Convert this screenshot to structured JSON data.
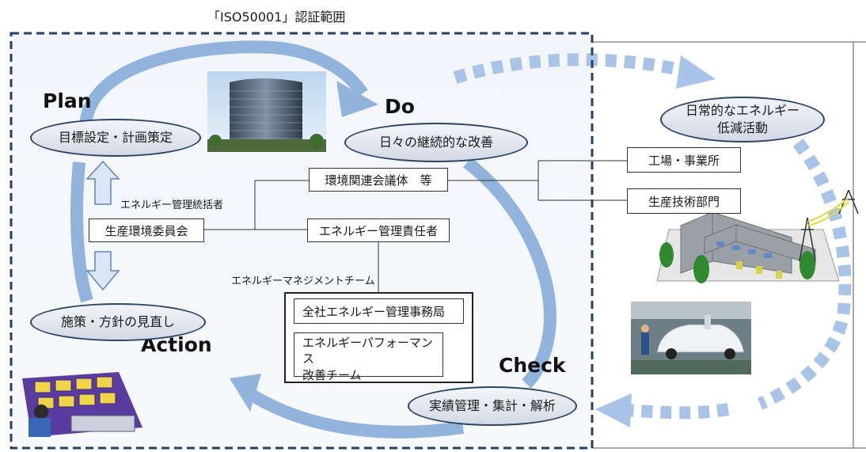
{
  "scope_title": "「ISO50001」認証範囲",
  "phases": {
    "plan": "Plan",
    "do": "Do",
    "check": "Check",
    "action": "Action"
  },
  "ellipses": {
    "plan": "目標設定・計画策定",
    "do": "日々の継続的な改善",
    "check": "実績管理・集計・解析",
    "action": "施策・方針の見直し",
    "daily_line1": "日常的なエネルギー",
    "daily_line2": "低減活動"
  },
  "org": {
    "committee": "生産環境委員会",
    "env_council": "環境関連会議体　等",
    "energy_manager": "エネルギー管理責任者",
    "chief_label": "エネルギー管理統括者",
    "team_label": "エネルギーマネジメントチーム",
    "office": "全社エネルギー管理事務局",
    "perf_team_line1": "エネルギーパフォーマンス",
    "perf_team_line2": "改善チーム",
    "factory": "工場・事業所",
    "engineering": "生産技術部門"
  },
  "icons": {
    "building": "office-building-photo-icon",
    "factory": "factory-illustration-icon",
    "assembly": "car-assembly-line-photo-icon",
    "control_room": "control-room-operator-icon"
  },
  "colors": {
    "cycle_arrow": "#92b3dc",
    "dashed_arrow": "#a9c4e7",
    "scope_border": "#24406a",
    "ellipse_border": "#2b4468"
  }
}
